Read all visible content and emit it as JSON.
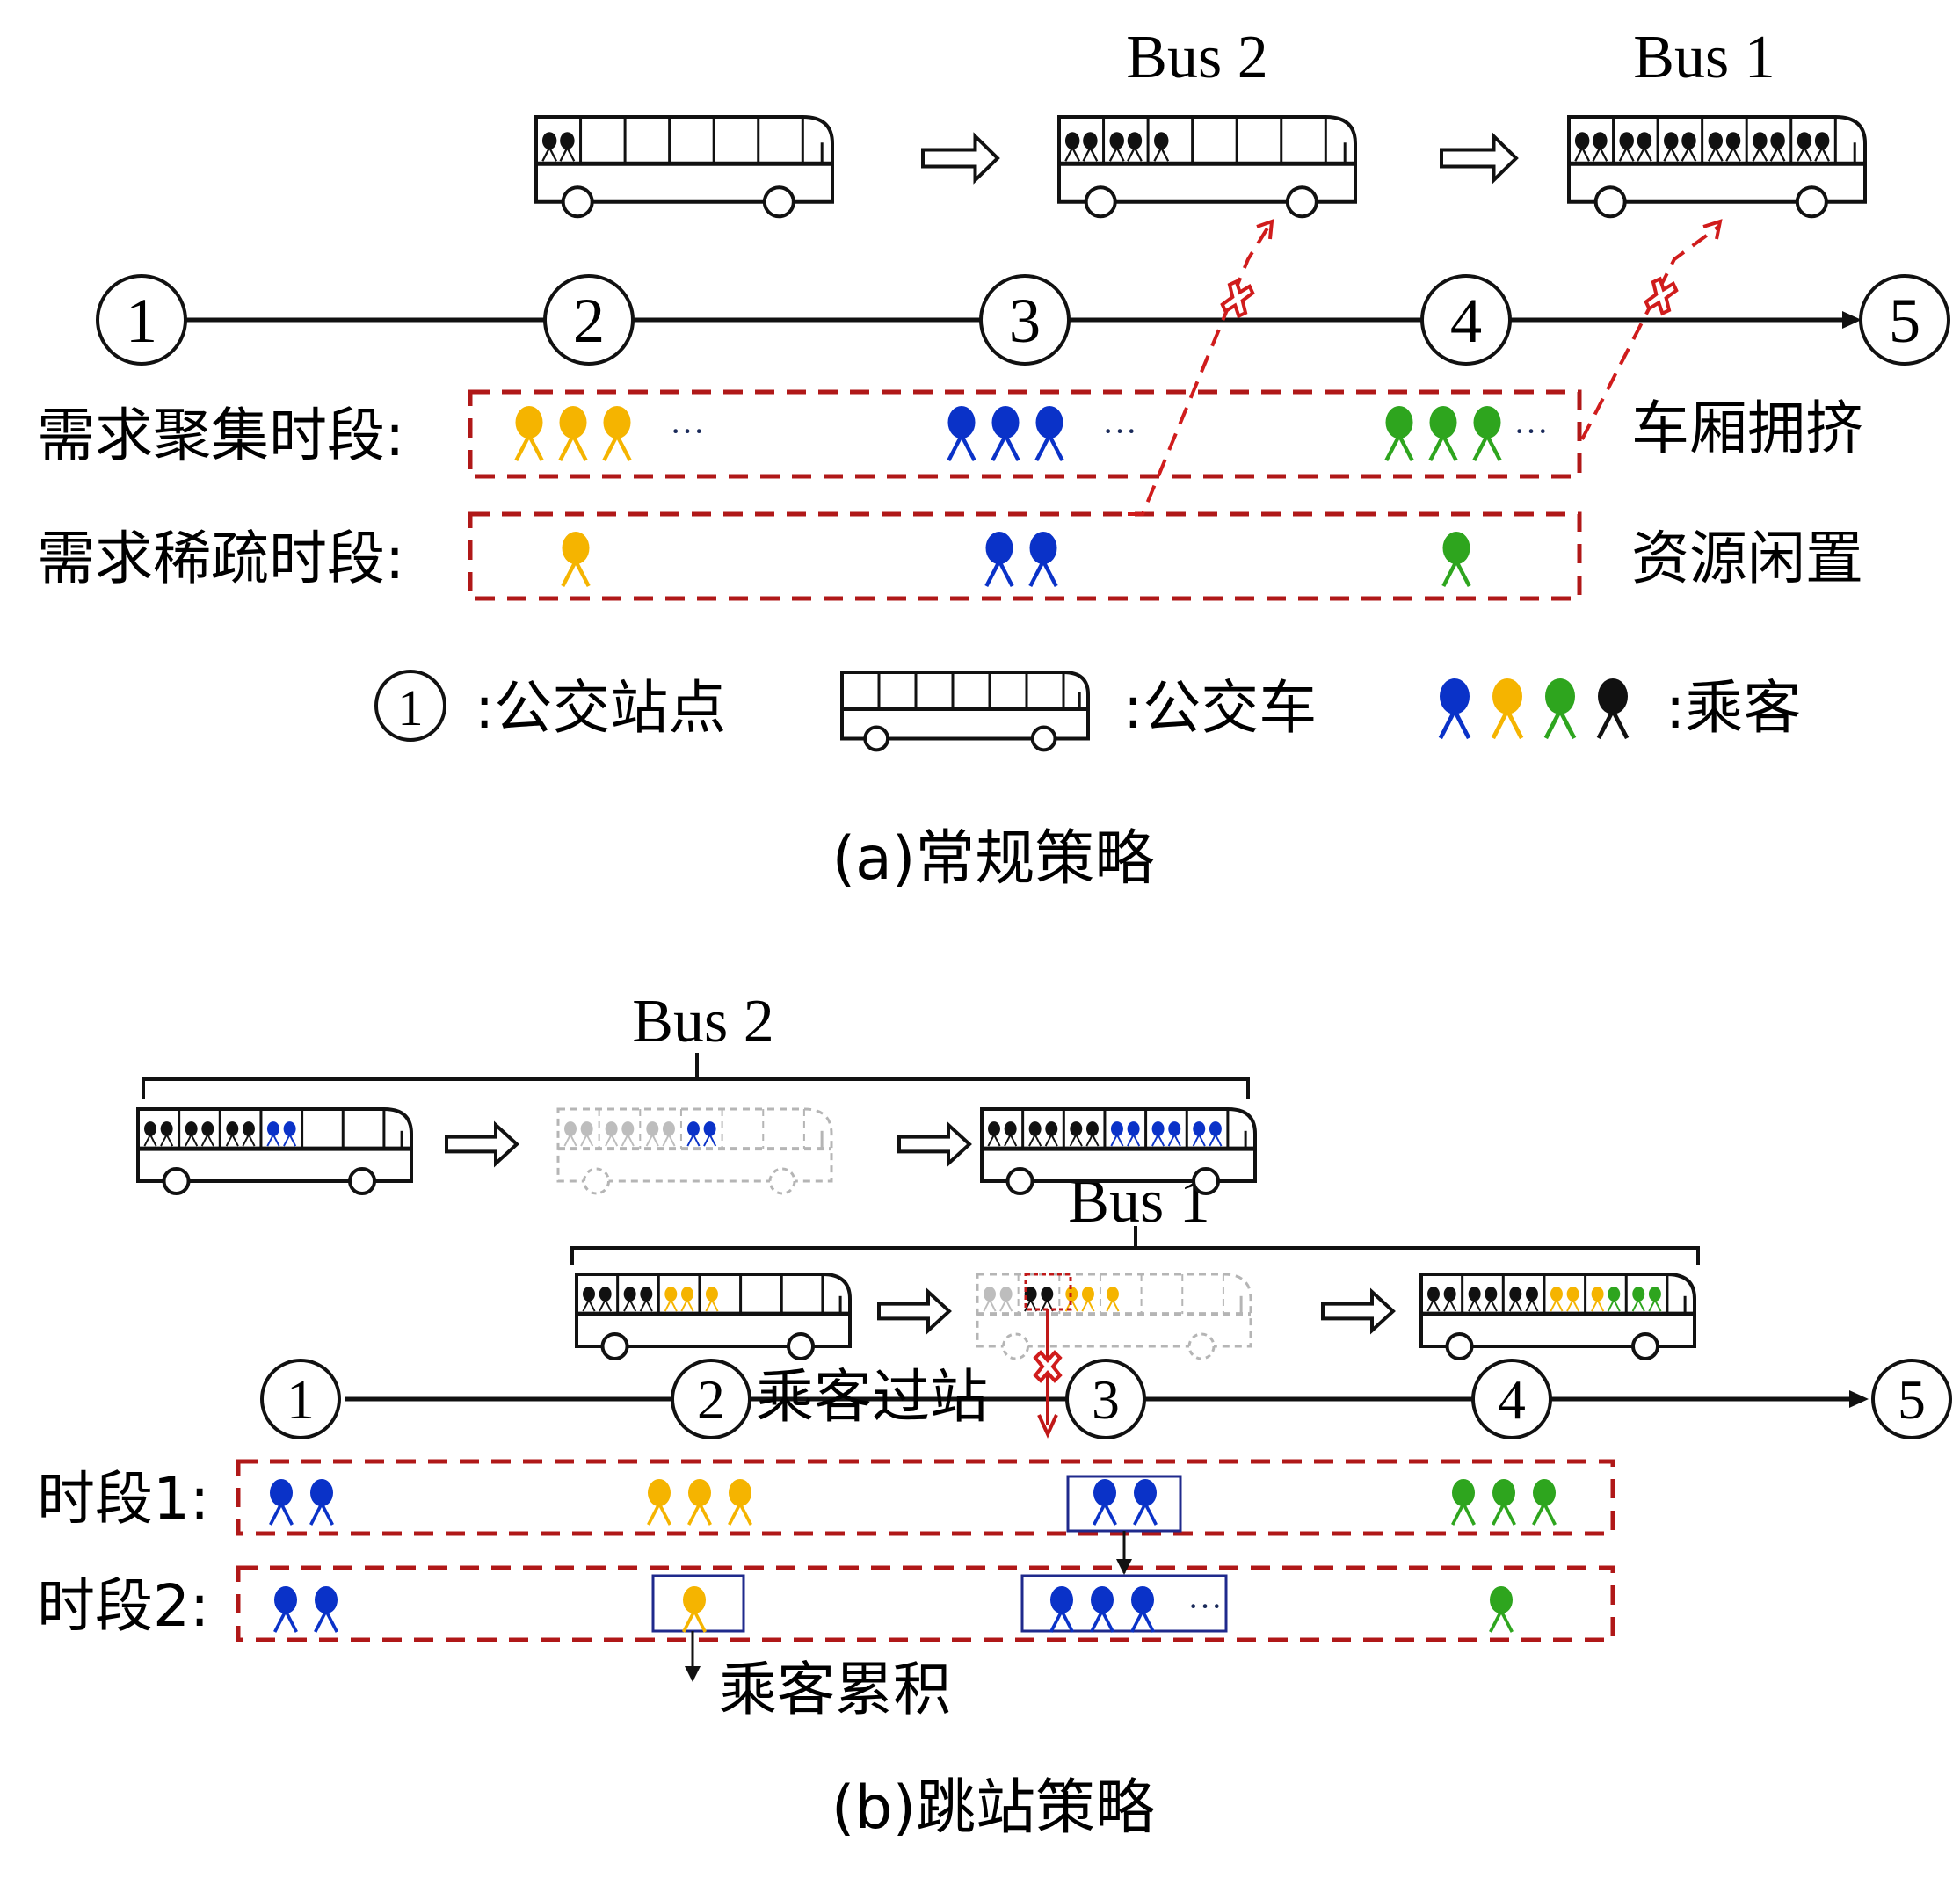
{
  "colors": {
    "blue": "#0a32c8",
    "orange": "#f5b400",
    "green": "#2ea51e",
    "black": "#111111",
    "gray": "#bdbdbd",
    "red": "#b01818",
    "frame": "#1f2a8c"
  },
  "part_a": {
    "caption": "(a)常规策略",
    "bus_labels": [
      "Bus 2",
      "Bus 1"
    ],
    "stations": [
      "1",
      "2",
      "3",
      "4",
      "5"
    ],
    "buses": [
      {
        "name": "bus-a-initial",
        "passengers": [
          "black",
          "black"
        ]
      },
      {
        "name": "bus-a-bus2",
        "passengers": [
          "black",
          "black",
          "black",
          "black",
          "black"
        ]
      },
      {
        "name": "bus-a-bus1",
        "passengers": [
          "black",
          "black",
          "black",
          "black",
          "black",
          "black",
          "black",
          "black",
          "black",
          "black",
          "black",
          "black"
        ]
      }
    ],
    "rows": [
      {
        "label": "需求聚集时段:",
        "note": "车厢拥挤",
        "groups": [
          {
            "color": "orange",
            "count": 3,
            "ellipsis": true
          },
          {
            "color": "blue",
            "count": 3,
            "ellipsis": true
          },
          {
            "color": "green",
            "count": 3,
            "ellipsis": true
          }
        ]
      },
      {
        "label": "需求稀疏时段:",
        "note": "资源闲置",
        "groups": [
          {
            "color": "orange",
            "count": 1,
            "ellipsis": false
          },
          {
            "color": "blue",
            "count": 2,
            "ellipsis": false
          },
          {
            "color": "green",
            "count": 1,
            "ellipsis": false
          }
        ]
      }
    ],
    "legend": {
      "station_symbol": "1",
      "station_label": ":公交站点",
      "bus_label": ":公交车",
      "passenger_label": ":乘客",
      "passenger_colors": [
        "blue",
        "orange",
        "green",
        "black"
      ]
    },
    "ellipsis": "···"
  },
  "part_b": {
    "caption": "(b)跳站策略",
    "bus_labels": [
      "Bus 2",
      "Bus 1"
    ],
    "stations": [
      "1",
      "2",
      "3",
      "4",
      "5"
    ],
    "bus2_sequence": [
      {
        "state": "normal",
        "passengers": [
          "black",
          "black",
          "black",
          "black",
          "black",
          "black",
          "blue",
          "blue"
        ]
      },
      {
        "state": "skipped",
        "passengers": [
          "gray",
          "gray",
          "gray",
          "gray",
          "gray",
          "gray",
          "blue",
          "blue"
        ]
      },
      {
        "state": "normal",
        "passengers": [
          "black",
          "black",
          "black",
          "black",
          "black",
          "black",
          "blue",
          "blue",
          "blue",
          "blue",
          "blue",
          "blue"
        ]
      }
    ],
    "bus1_sequence": [
      {
        "state": "normal",
        "passengers": [
          "black",
          "black",
          "black",
          "black",
          "orange",
          "orange",
          "orange"
        ]
      },
      {
        "state": "skipped",
        "passengers": [
          "gray",
          "gray",
          "black",
          "black",
          "orange",
          "orange",
          "orange"
        ]
      },
      {
        "state": "normal",
        "passengers": [
          "black",
          "black",
          "black",
          "black",
          "black",
          "black",
          "orange",
          "orange",
          "orange",
          "green",
          "green",
          "green"
        ]
      }
    ],
    "annotation_pass": "乘客过站",
    "annotation_accumulate": "乘客累积",
    "rows": [
      {
        "label": "时段1:",
        "groups": [
          {
            "color": "blue",
            "count": 2
          },
          {
            "color": "orange",
            "count": 3
          },
          {
            "color": "blue",
            "count": 2,
            "framed": true
          },
          {
            "color": "green",
            "count": 3
          }
        ]
      },
      {
        "label": "时段2:",
        "groups": [
          {
            "color": "blue",
            "count": 2
          },
          {
            "color": "orange",
            "count": 1,
            "framed": true
          },
          {
            "color": "blue",
            "count": 3,
            "framed": true,
            "ellipsis": true
          },
          {
            "color": "green",
            "count": 1
          }
        ]
      }
    ],
    "ellipsis": "···"
  }
}
